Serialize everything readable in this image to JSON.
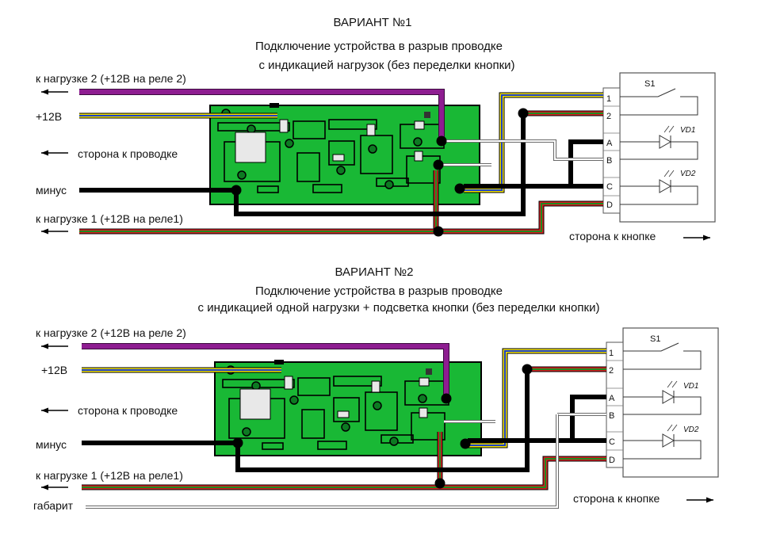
{
  "variant1": {
    "title": "ВАРИАНТ №1",
    "subtitle1": "Подключение устройства в разрыв проводке",
    "subtitle2": "с индикацией нагрузок  (без переделки кнопки)",
    "labels": {
      "load2": "к нагрузке 2 (+12В на реле 2)",
      "plus12": "+12В",
      "side_wiring": "сторона к проводке",
      "minus": "минус",
      "load1": "к нагрузке 1 (+12В на реле1)",
      "side_button": "сторона к кнопке"
    },
    "switch_label": "S1",
    "pins": [
      "1",
      "2",
      "A",
      "B",
      "C",
      "D"
    ],
    "leds": [
      "VD1",
      "VD2"
    ]
  },
  "variant2": {
    "title": "ВАРИАНТ №2",
    "subtitle1": "Подключение устройства в разрыв проводке",
    "subtitle2": "с индикацией одной нагрузки + подсветка кнопки  (без переделки кнопки)",
    "labels": {
      "load2": "к нагрузке 2 (+12В на реле 2)",
      "plus12": "+12В",
      "side_wiring": "сторона к проводке",
      "minus": "минус",
      "load1": "к нагрузке 1 (+12В на реле1)",
      "gabarit": "габарит",
      "side_button": "сторона к кнопке"
    },
    "switch_label": "S1",
    "pins": [
      "1",
      "2",
      "A",
      "B",
      "C",
      "D"
    ],
    "leds": [
      "VD1",
      "VD2"
    ]
  },
  "colors": {
    "pcb": "#19b835",
    "pcb_dark": "#0d7a22",
    "purple": "#8e1d91",
    "black": "#000000",
    "yellow": "#f0e000",
    "blue": "#1a3fc7",
    "red": "#d42020",
    "green": "#1f8a1f",
    "white": "#ffffff",
    "grey": "#999999"
  }
}
